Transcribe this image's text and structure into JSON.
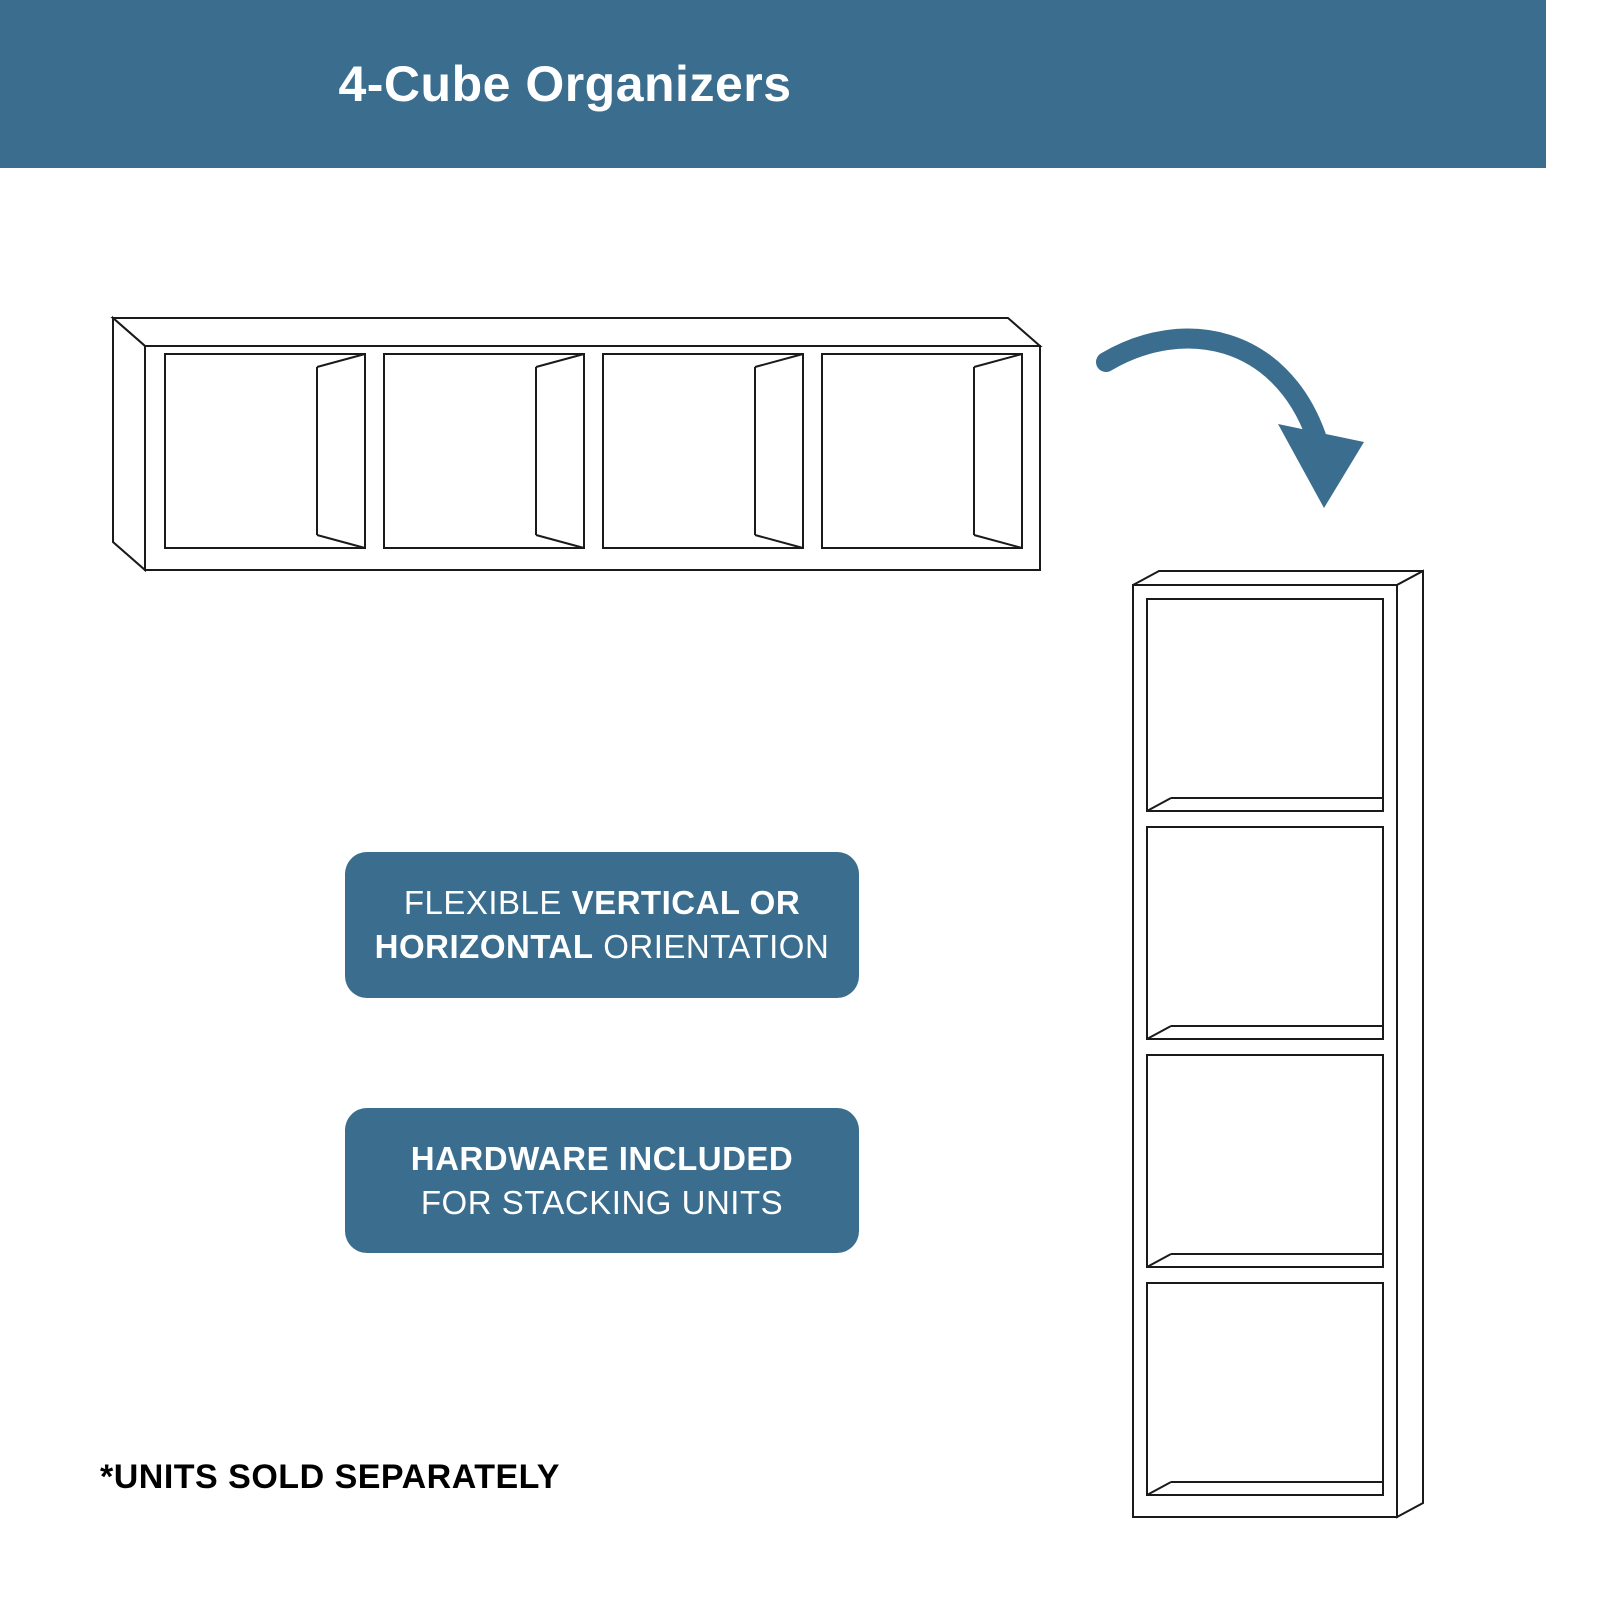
{
  "colors": {
    "accent": "#3A6D8E",
    "line_art": "#1A1A1A",
    "background": "#FFFFFF",
    "text_on_accent": "#FFFFFF"
  },
  "header": {
    "title": "4-Cube Organizers"
  },
  "badge_orientation": {
    "line1_regular": "FLEXIBLE",
    "line1_bold": "VERTICAL OR",
    "line2_bold": "HORIZONTAL",
    "line2_regular": "ORIENTATION"
  },
  "badge_hardware": {
    "line1_bold": "HARDWARE INCLUDED",
    "line2_regular": "FOR STACKING UNITS"
  },
  "footnote": "*UNITS SOLD SEPARATELY",
  "icons": {
    "arrow": "curved-arrow-down-right-icon",
    "horizontal_unit": "horizontal-4-cube-organizer-line-drawing",
    "vertical_unit": "vertical-4-cube-organizer-line-drawing"
  }
}
